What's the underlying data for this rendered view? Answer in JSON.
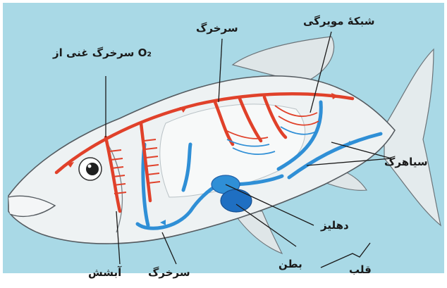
{
  "labels": {
    "o2_rich_artery": "سرخرگ غنی از O₂",
    "artery_top": "سرخرگ",
    "capillary_network": "شبکهٔ مویرگی",
    "vein": "سیاهرگ",
    "atrium": "دهلیز",
    "ventricle": "بطن",
    "heart": "قلب",
    "artery_bottom": "سرخرگ",
    "gills": "آبشش"
  },
  "colors": {
    "background": "#a9d9e6",
    "fish_body": "#eef2f3",
    "fish_outline": "#555b60",
    "artery": "#e0412a",
    "vein": "#2f8fd6",
    "heart": "#1f6fc2"
  }
}
